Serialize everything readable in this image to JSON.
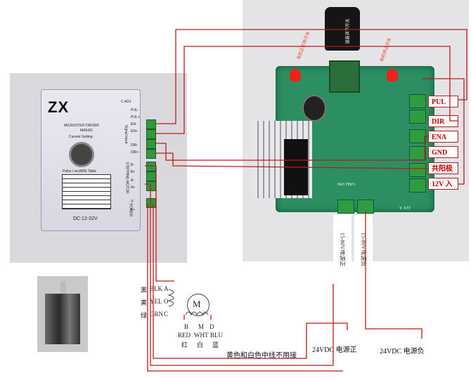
{
  "driver": {
    "logo": "ZX",
    "model_line": "MICROSTEP DRIVER",
    "model": "MA542L",
    "current_setting": "Current Setting",
    "c_adj": "C.ADJ",
    "signal_input": "Signal Input",
    "stepping_motor": "STEPPING MOTOR",
    "power": "POWER",
    "table_title": "Pulse / rev(MR) Table",
    "voltage": "DC:12-32V",
    "pins": [
      "PUL-",
      "PUL+",
      "EN-",
      "EN+",
      "DIR-",
      "DIR+",
      "B-",
      "B+",
      "A-",
      "A+",
      "V-",
      "V+"
    ]
  },
  "board": {
    "labels_on_board": [
      "电机正反转开关",
      "速度调节开关",
      "电机停止开关"
    ],
    "gnd_pin": "GND PIN",
    "bottom_text": "12V X"
  },
  "signal_labels": [
    {
      "text": "PUL",
      "color": "#c00000"
    },
    {
      "text": "DIR",
      "color": "#c00000"
    },
    {
      "text": "ENA",
      "color": "#c00000"
    },
    {
      "text": "GND",
      "color": "#c00000"
    },
    {
      "text": "共阳极",
      "color": "#c00000"
    },
    {
      "text": "12V 入",
      "color": "#c00000"
    }
  ],
  "power_labels": {
    "positive": "15-80V电源正",
    "negative": "15-80V电源负",
    "positive_label": "24VDC 电源正",
    "negative_label": "24VDC 电源负"
  },
  "motor": {
    "symbol": "M",
    "wires_left": [
      {
        "cn": "黑",
        "en": "BLK",
        "pin": "A"
      },
      {
        "cn": "黄",
        "en": "YEL",
        "pin": "O"
      },
      {
        "cn": "绿",
        "en": "GRN",
        "pin": "C"
      }
    ],
    "wires_bottom": [
      {
        "pin": "B",
        "en": "RED",
        "cn": "红"
      },
      {
        "pin": "M",
        "en": "WHT",
        "cn": "白"
      },
      {
        "pin": "D",
        "en": "BLU",
        "cn": "蓝"
      }
    ],
    "note": "黄色和白色中线不用接"
  },
  "colors": {
    "wire": "#c0181a",
    "pcb": "#2b8f62",
    "terminal": "#2e9c43"
  }
}
